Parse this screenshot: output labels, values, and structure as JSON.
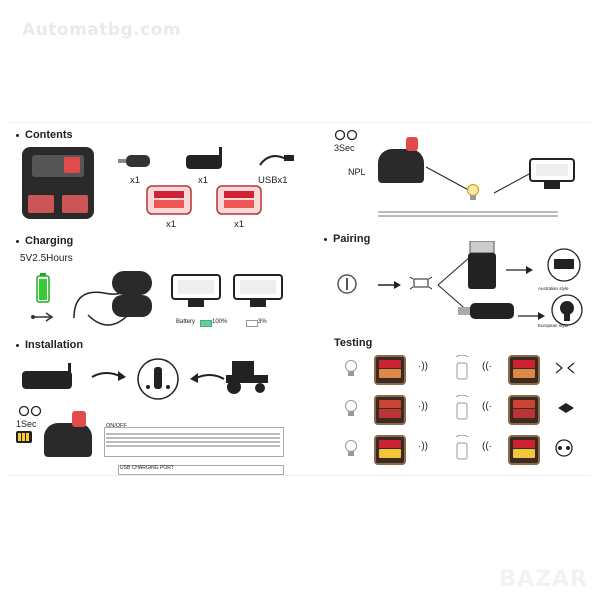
{
  "watermark": "Automatbg.com",
  "brand_watermark": "BAZAR",
  "sections": {
    "contents": "Contents",
    "charging": "Charging",
    "installation": "Installation",
    "pairing": "Pairing",
    "testing": "Testing"
  },
  "contents_qty": {
    "q1": "x1",
    "q2": "x1",
    "usb": "USBx1",
    "q3": "x1",
    "q4": "x1"
  },
  "charging": {
    "time": "5V2.5Hours",
    "battery_label": "Battery",
    "battery_full": "100%",
    "battery_low": "3%"
  },
  "installation": {
    "timer": "1Sec",
    "onoff_title": "ON/OFF",
    "usb_port": "USB CHARGING PORT"
  },
  "pairing_top": {
    "timer": "3Sec",
    "npl": "NPL"
  },
  "pairing": {
    "australian": "Australian style",
    "european": "European style"
  },
  "colors": {
    "accent": "#e14b4b",
    "lamp_red": "#cc2233",
    "lamp_amber": "#d88844",
    "lamp_yellow": "#f3c53b"
  }
}
